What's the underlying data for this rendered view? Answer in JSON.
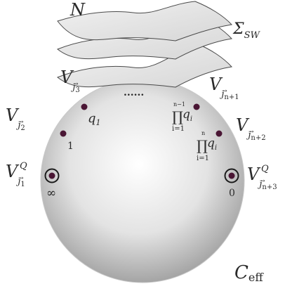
{
  "top": {
    "sheet_label": "N",
    "sheets_label": "Σ",
    "sheets_label_sub": "SW",
    "dots": "......"
  },
  "surface_label": {
    "main": "C",
    "sub": "eff"
  },
  "vertices": {
    "v_top_left": {
      "V": "V",
      "sub_j": "j",
      "sub_idx": "3",
      "sup": ""
    },
    "v_left": {
      "V": "V",
      "sub_j": "j",
      "sub_idx": "2",
      "sup": ""
    },
    "v_left_q": {
      "V": "V",
      "sub_j": "j",
      "sub_idx": "1",
      "sup": "Q"
    },
    "v_top_right": {
      "V": "V",
      "sub_j": "j",
      "sub_idx": "n+1",
      "sup": ""
    },
    "v_right": {
      "V": "V",
      "sub_j": "j",
      "sub_idx": "n+2",
      "sup": ""
    },
    "v_right_q": {
      "V": "V",
      "sub_j": "j",
      "sub_idx": "n+3",
      "sup": "Q"
    }
  },
  "points": {
    "q1": {
      "main": "q",
      "sub": "1"
    },
    "one": "1",
    "infinity": "∞",
    "zero": "0",
    "prod_a": {
      "top": "n−1",
      "bottom": "i=1",
      "sym": "∏",
      "q": "q",
      "sub": "i"
    },
    "prod_b": {
      "top": "n",
      "bottom": "i=1",
      "sym": "∏",
      "q": "q",
      "sub": "i"
    }
  }
}
